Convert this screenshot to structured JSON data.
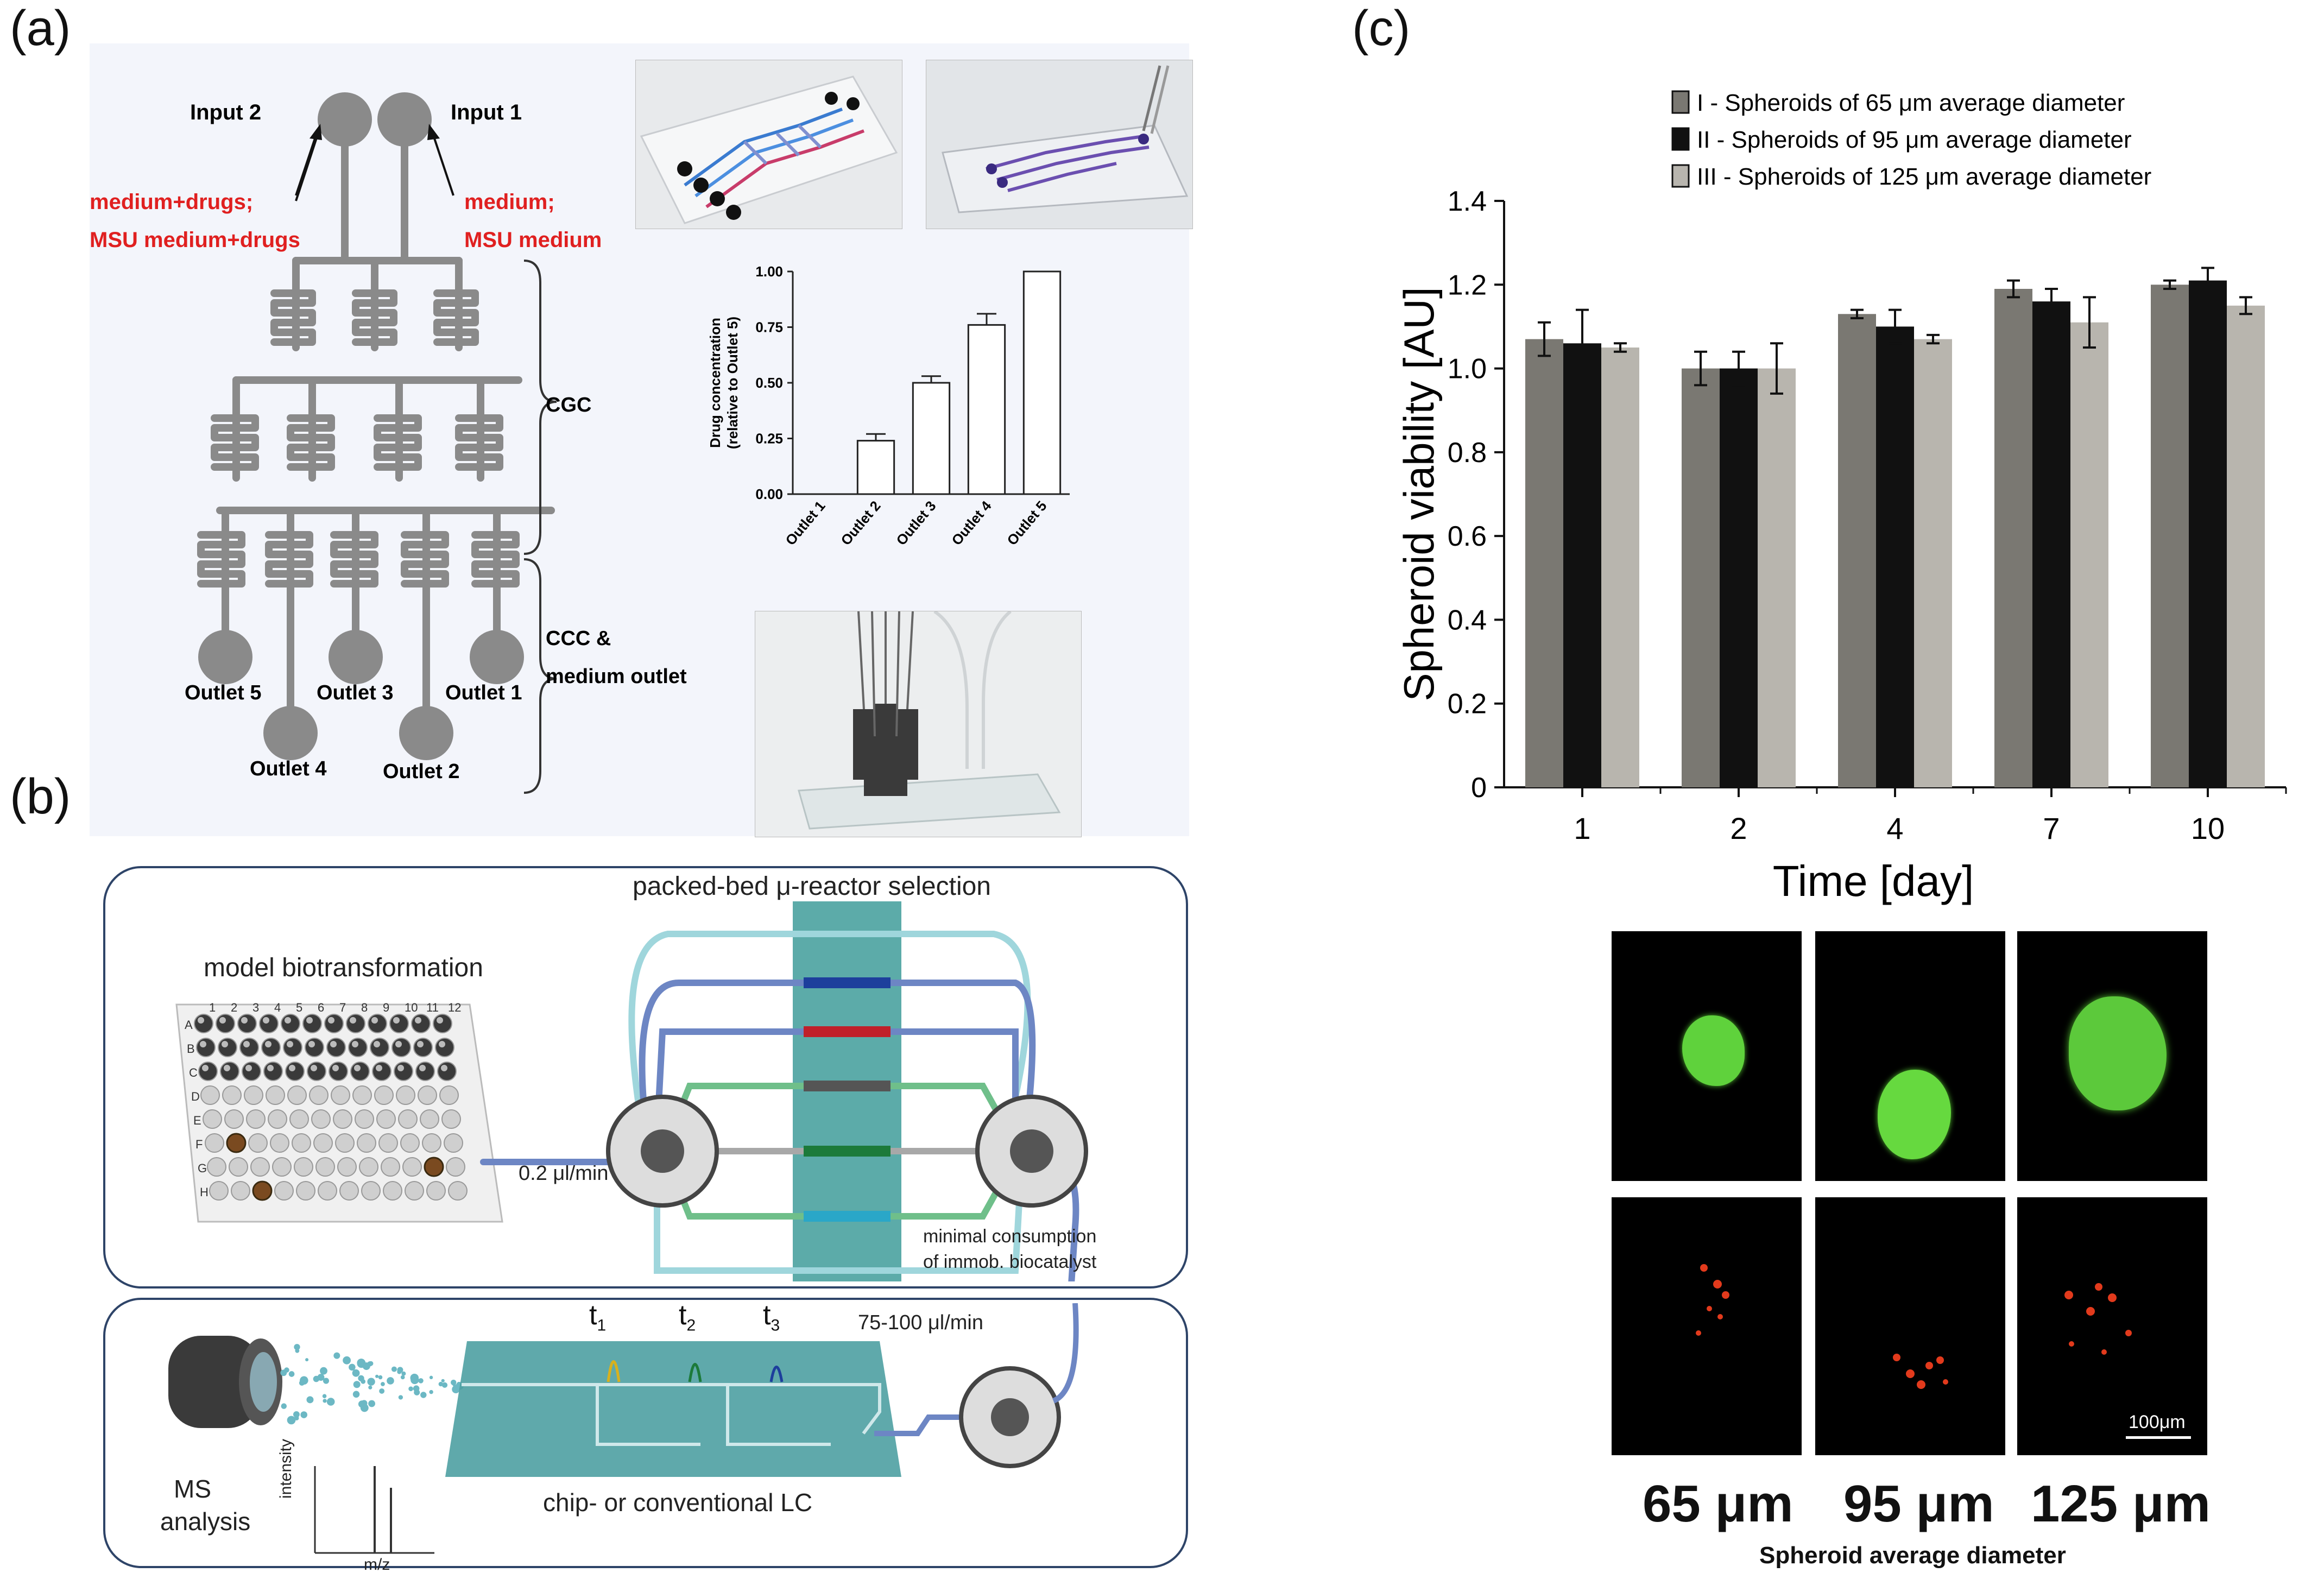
{
  "panels": {
    "a": "(a)",
    "b": "(b)",
    "c": "(c)"
  },
  "panel_a": {
    "input2": "Input 2",
    "input1": "Input 1",
    "left_red_1": "medium+drugs;",
    "left_red_2": "MSU medium+drugs",
    "right_red_1": "medium;",
    "right_red_2": "MSU medium",
    "cgc": "CGC",
    "ccc_1": "CCC &",
    "ccc_2": "medium outlet",
    "outlets": [
      "Outlet 5",
      "Outlet 3",
      "Outlet 1",
      "Outlet 4",
      "Outlet 2"
    ]
  },
  "panel_b": {
    "packed_bed": "packed-bed μ-reactor selection",
    "model_bio": "model biotransformation",
    "flow1": "0.2 μl/min",
    "minimal_1": "minimal consumption",
    "minimal_2": "of immob. biocatalyst",
    "t1": "t",
    "t1_sub": "1",
    "t2": "t",
    "t2_sub": "2",
    "t3": "t",
    "t3_sub": "3",
    "flow2": "75-100 μl/min",
    "ms_1": "MS",
    "ms_2": "analysis",
    "intensity": "intensity",
    "mz": "m/z",
    "lc": "chip- or conventional LC",
    "plate_cols": [
      "1",
      "2",
      "3",
      "4",
      "5",
      "6",
      "7",
      "8",
      "9",
      "10",
      "11",
      "12"
    ],
    "plate_rows": [
      "A",
      "B",
      "C",
      "D",
      "E",
      "F",
      "G",
      "H"
    ]
  },
  "panel_c": {
    "scale": "100μm",
    "diam_labels": [
      "65 μm",
      "95 μm",
      "125 μm"
    ],
    "diam_title": "Spheroid average diameter"
  },
  "chart_data": [
    {
      "type": "bar",
      "title": "",
      "xlabel": "",
      "ylabel": "Drug concentration (relative to Outlet 5)",
      "categories": [
        "Outlet 1",
        "Outlet 2",
        "Outlet 3",
        "Outlet 4",
        "Outlet 5"
      ],
      "values": [
        0.0,
        0.24,
        0.5,
        0.76,
        1.0
      ],
      "errors": [
        0.0,
        0.03,
        0.03,
        0.05,
        0.0
      ],
      "ylim": [
        0,
        1.0
      ],
      "yticks": [
        "0.00",
        "0.25",
        "0.50",
        "0.75",
        "1.00"
      ],
      "grid": false,
      "color": "#ffffff"
    },
    {
      "type": "bar",
      "title": "",
      "xlabel": "Time [day]",
      "ylabel": "Spheroid viability [AU]",
      "categories": [
        "1",
        "2",
        "4",
        "7",
        "10"
      ],
      "ylim": [
        0,
        1.4
      ],
      "yticks": [
        "0",
        "0.2",
        "0.4",
        "0.6",
        "0.8",
        "1.0",
        "1.2",
        "1.4"
      ],
      "grid": false,
      "legend_position": "top",
      "series": [
        {
          "name": "I - Spheroids of 65 μm average diameter",
          "color": "#7a7872",
          "values": [
            1.07,
            1.0,
            1.13,
            1.19,
            1.2
          ],
          "errors": [
            0.04,
            0.04,
            0.01,
            0.02,
            0.01
          ]
        },
        {
          "name": "II - Spheroids of 95 μm average diameter",
          "color": "#111111",
          "values": [
            1.06,
            1.0,
            1.1,
            1.16,
            1.21
          ],
          "errors": [
            0.08,
            0.04,
            0.04,
            0.03,
            0.03
          ]
        },
        {
          "name": "III - Spheroids of 125 μm average diameter",
          "color": "#b8b5ae",
          "values": [
            1.05,
            1.0,
            1.07,
            1.11,
            1.15
          ],
          "errors": [
            0.01,
            0.06,
            0.01,
            0.06,
            0.02
          ]
        }
      ]
    }
  ]
}
